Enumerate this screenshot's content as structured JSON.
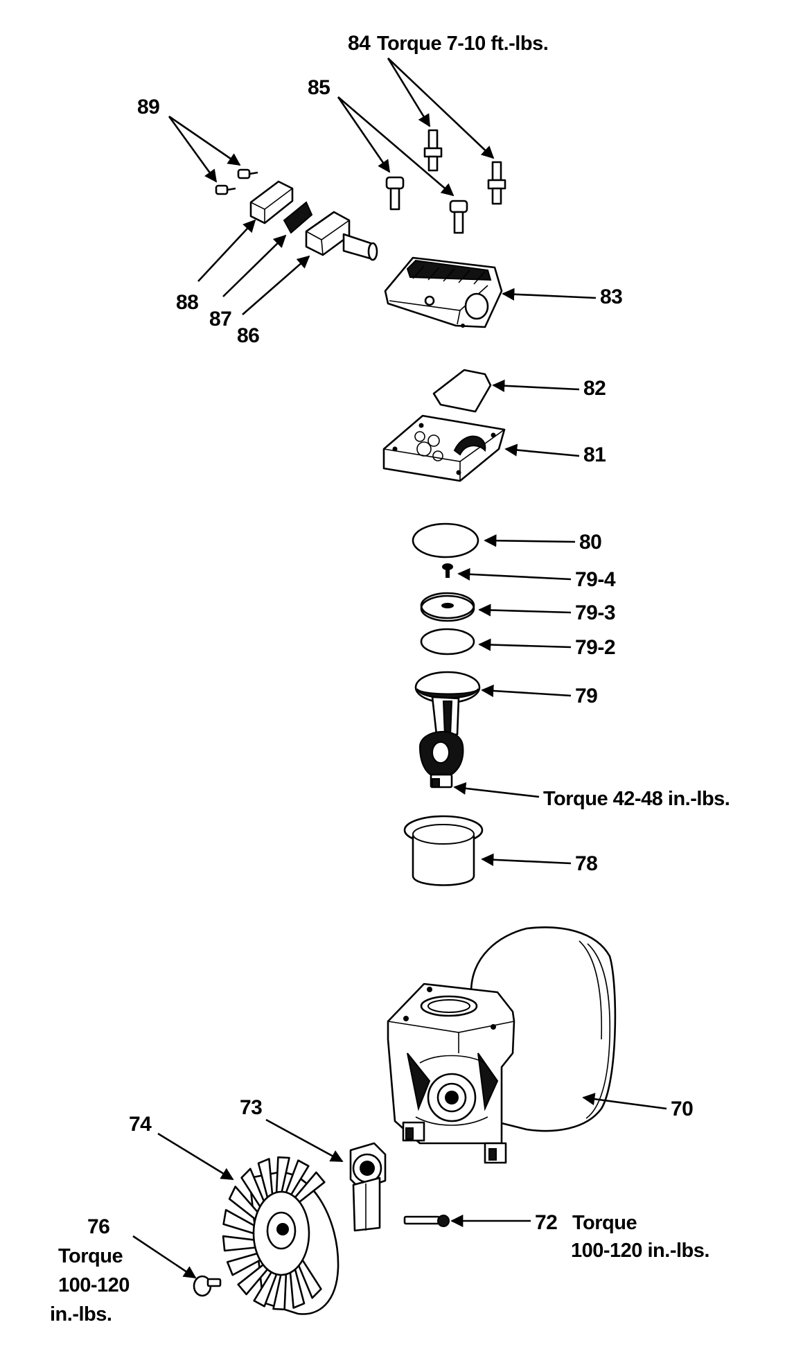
{
  "diagram": {
    "callouts": {
      "p84": "84",
      "p84_torque": "Torque 7-10 ft.-lbs.",
      "p85": "85",
      "p89": "89",
      "p88": "88",
      "p87": "87",
      "p86": "86",
      "p83": "83",
      "p82": "82",
      "p81": "81",
      "p80": "80",
      "p79_4": "79-4",
      "p79_3": "79-3",
      "p79_2": "79-2",
      "p79": "79",
      "rod_torque": "Torque 42-48 in.-lbs.",
      "p78": "78",
      "p70": "70",
      "p73": "73",
      "p74": "74",
      "p72": "72",
      "p72_torque_1": "Torque",
      "p72_torque_2": "100-120 in.-lbs.",
      "p76": "76",
      "p76_torque_1": "Torque",
      "p76_torque_2": "100-120",
      "p76_torque_3": "in.-lbs."
    }
  }
}
